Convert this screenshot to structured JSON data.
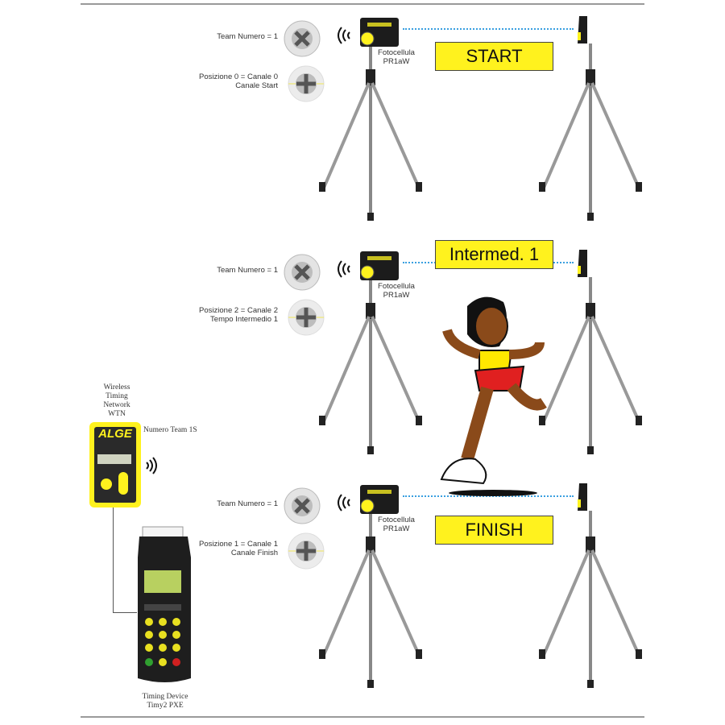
{
  "stages": [
    {
      "label": "START",
      "team": "Team Numero = 1",
      "position_line1": "Posizione 0 = Canale 0",
      "position_line2": "Canale Start",
      "device_line1": "Fotocellula",
      "device_line2": "PR1aW"
    },
    {
      "label": "Intermed. 1",
      "team": "Team Numero = 1",
      "position_line1": "Posizione 2 = Canale 2",
      "position_line2": "Tempo Intermedio 1",
      "device_line1": "Fotocellula",
      "device_line2": "PR1aW"
    },
    {
      "label": "FINISH",
      "team": "Team Numero = 1",
      "position_line1": "Posizione 1 = Canale 1",
      "position_line2": "Canale Finish",
      "device_line1": "Fotocellula",
      "device_line2": "PR1aW"
    }
  ],
  "wtn": {
    "line1": "Wireless",
    "line2": "Timing",
    "line3": "Network",
    "line4": "WTN",
    "team": "Numero Team 1S",
    "brand": "ALGE"
  },
  "timer": {
    "line1": "Timing Device",
    "line2": "Timy2 PXE"
  },
  "colors": {
    "yellow": "#fff21e",
    "beam": "#3aa0e0",
    "device": "#1c1c1c"
  }
}
